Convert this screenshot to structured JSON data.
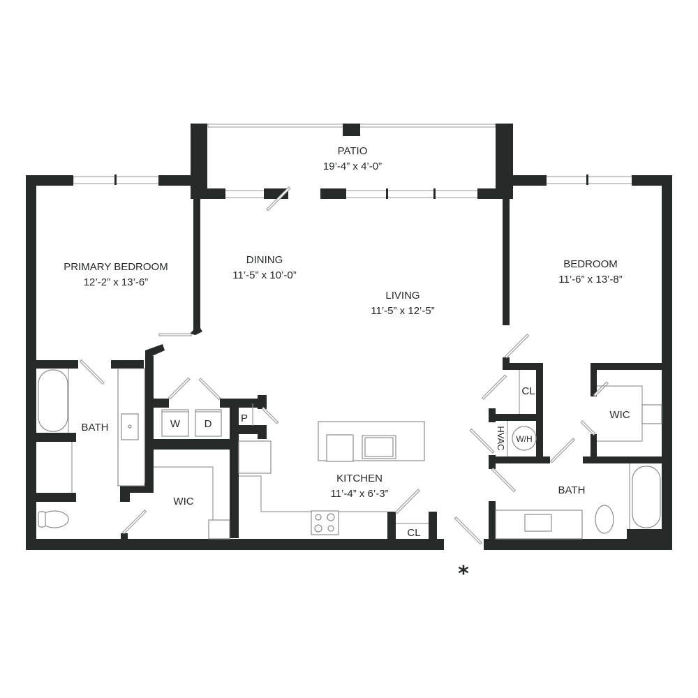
{
  "plan": {
    "colors": {
      "wall": "#262a29",
      "line": "#9a9a9a",
      "background": "#ffffff"
    },
    "rooms": {
      "patio": {
        "name": "PATIO",
        "size": "19’-4” x 4’-0”"
      },
      "primary_bedroom": {
        "name": "PRIMARY BEDROOM",
        "size": "12’-2” x 13’-6”"
      },
      "dining": {
        "name": "DINING",
        "size": "11’-5” x 10’-0”"
      },
      "living": {
        "name": "LIVING",
        "size": "11’-5” x 12’-5”"
      },
      "bedroom": {
        "name": "BEDROOM",
        "size": "11’-6” x 13’-8”"
      },
      "kitchen": {
        "name": "KITCHEN",
        "size": "11’-4” x 6’-3”"
      },
      "primary_bath": {
        "name": "BATH"
      },
      "primary_wic": {
        "name": "WIC"
      },
      "bath": {
        "name": "BATH"
      },
      "wic": {
        "name": "WIC"
      },
      "kitchen_closet": {
        "name": "CL"
      },
      "hall_closet": {
        "name": "CL"
      },
      "pantry": {
        "name": "P"
      },
      "hvac": {
        "name": "HVAC"
      },
      "water_heater": {
        "name": "W/H"
      },
      "washer": {
        "name": "W"
      },
      "dryer": {
        "name": "D"
      }
    },
    "entry_marker": "*"
  }
}
